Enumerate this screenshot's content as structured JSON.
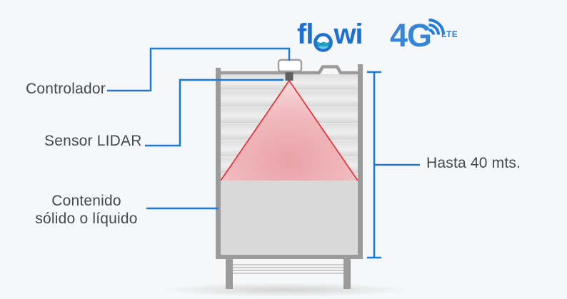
{
  "logo": {
    "brand_full": "flowi",
    "brand_part1": "fl",
    "brand_part2": "wi",
    "network": "4G",
    "network_sub": "LTE",
    "wave_icon": "wave-circle-icon",
    "signal_icon": "signal-arcs-icon"
  },
  "labels": {
    "controller": "Controlador",
    "sensor": "Sensor LIDAR",
    "content_line1": "Contenido",
    "content_line2": "sólido o líquido",
    "range": "Hasta 40 mts."
  },
  "colors": {
    "background": "#f6f7f8",
    "accent_blue": "#1a7ad9",
    "brand_blue": "#1c6fd3",
    "network_blue": "#3585d9",
    "wave_teal": "#1e9fc2",
    "wave_light_teal": "#5fc8dc",
    "laser_red": "#e6343a",
    "cone_pink": "#f0b4b8",
    "tank_gray": "#9b9b9b",
    "content_gray": "#d9d9d9",
    "label_text": "#43484c"
  }
}
